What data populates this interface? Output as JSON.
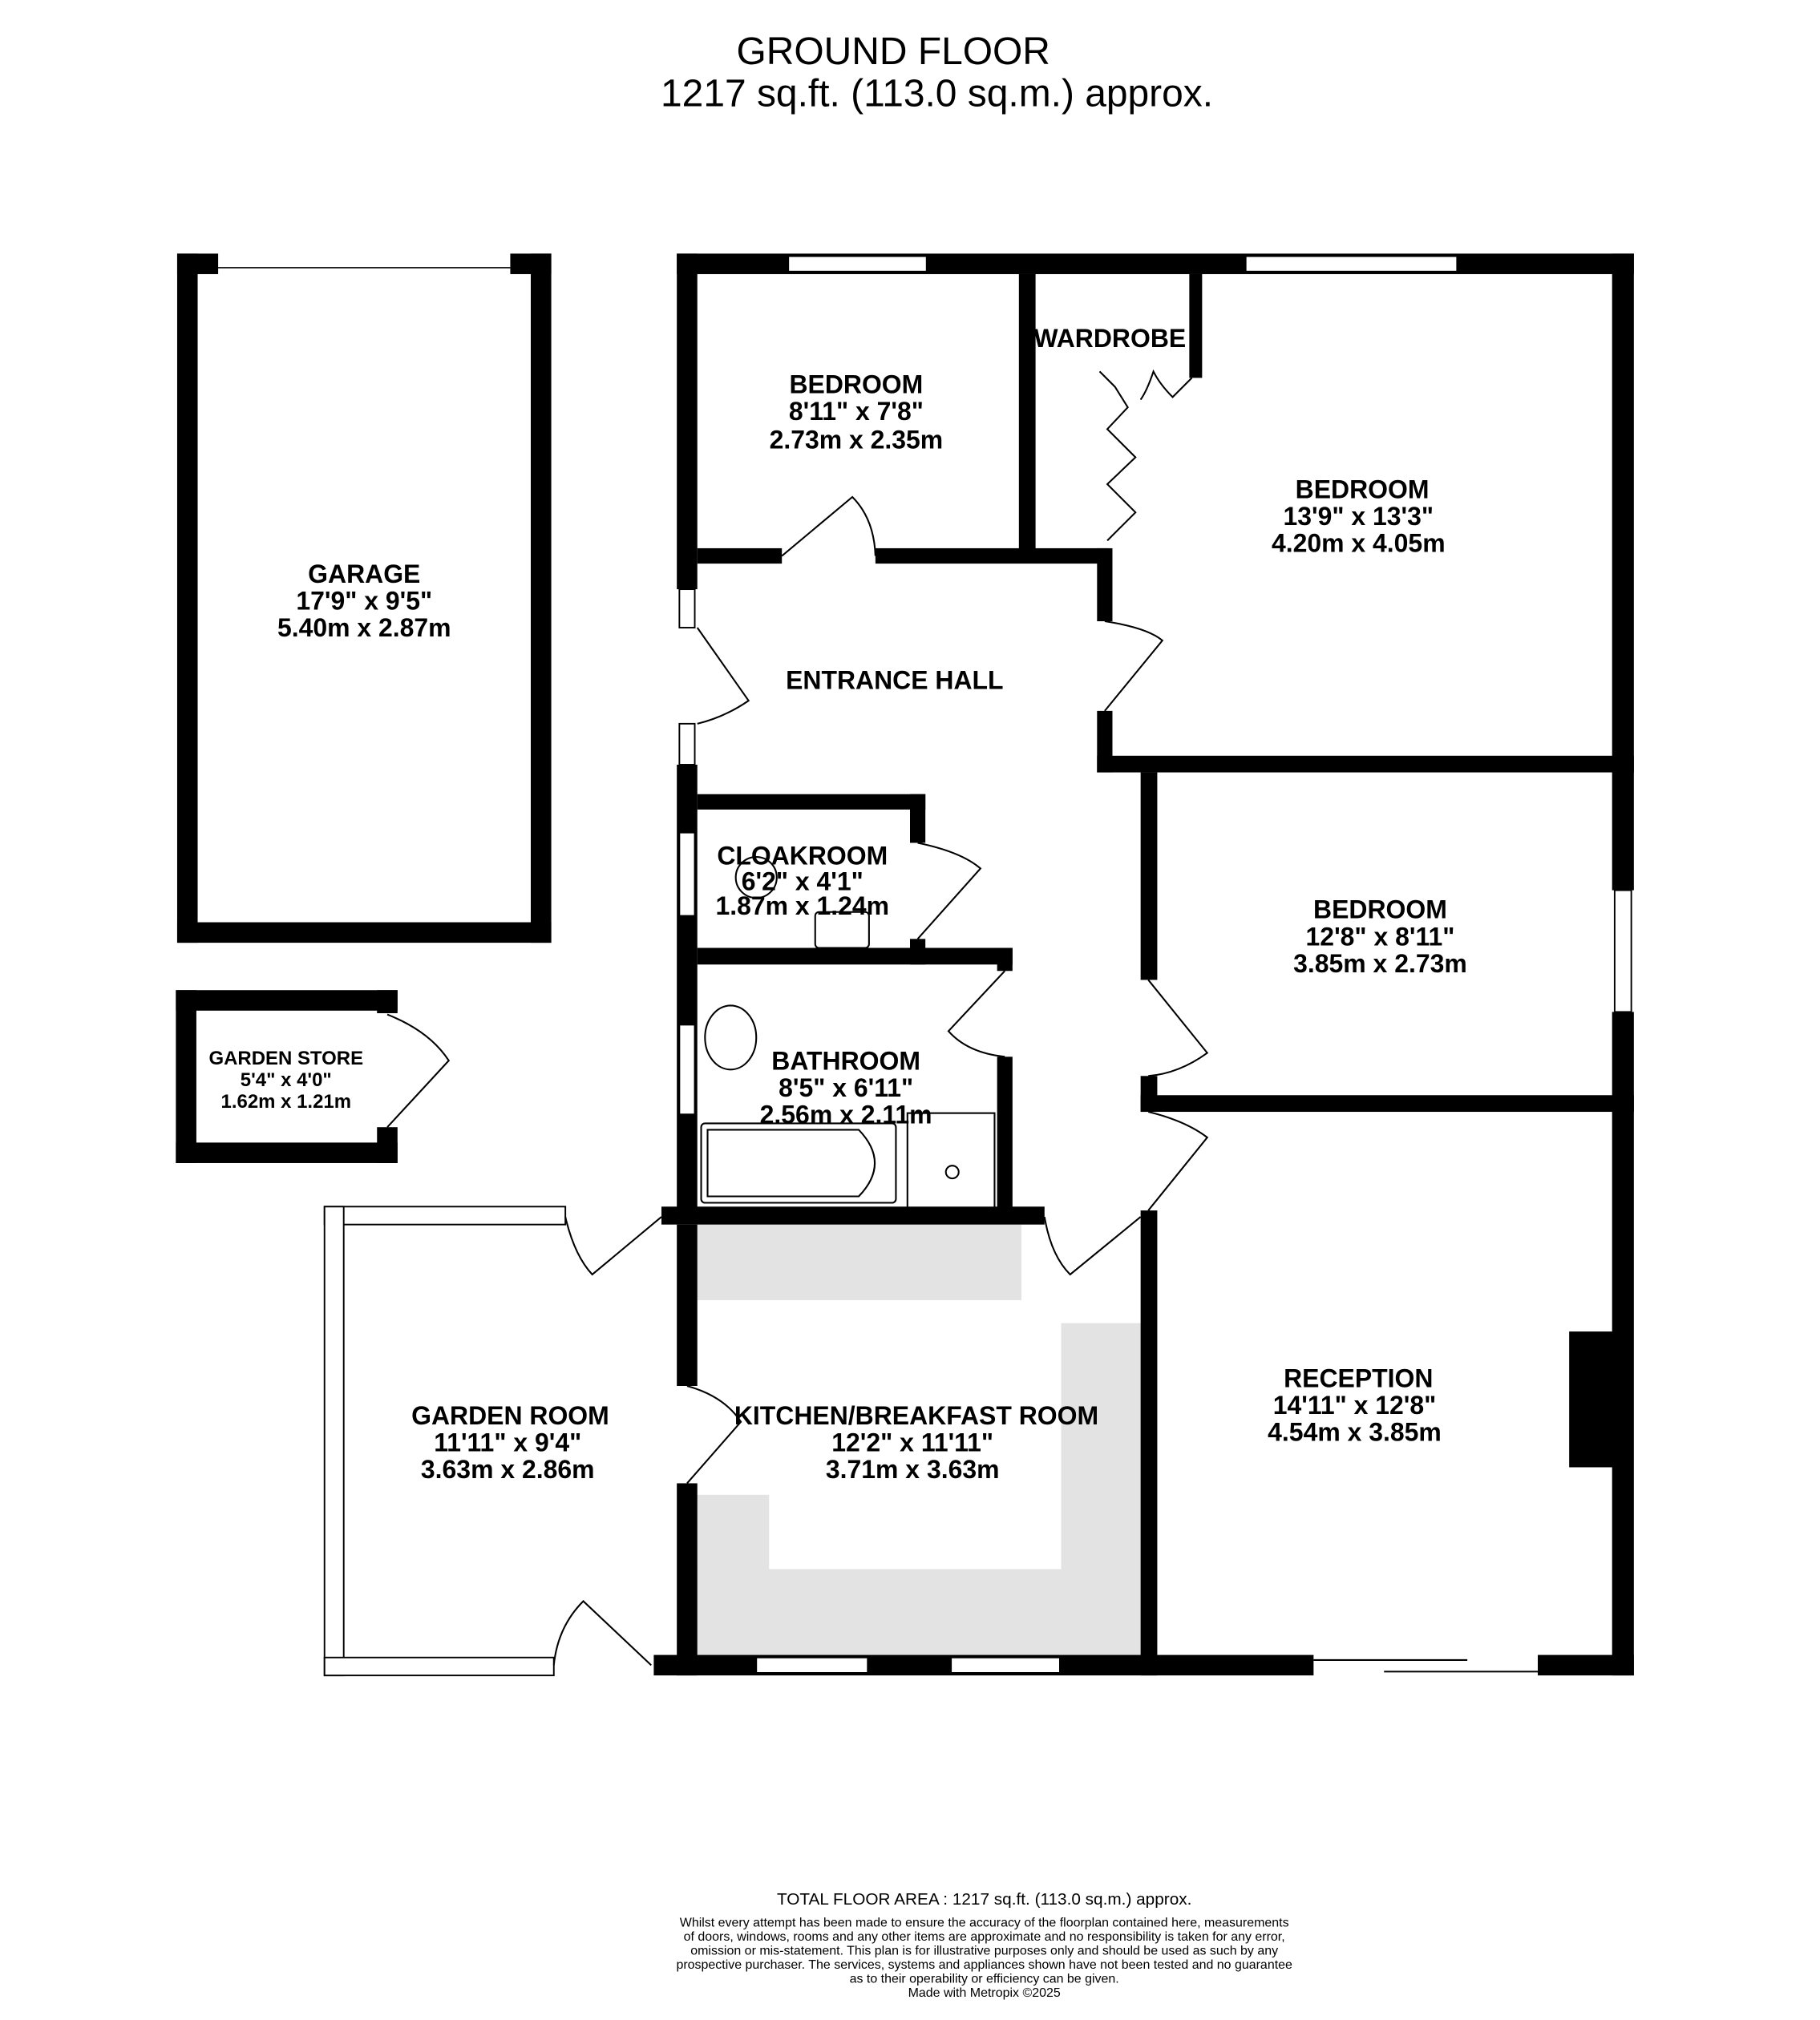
{
  "header": {
    "title": "GROUND FLOOR",
    "area": "1217 sq.ft. (113.0 sq.m.) approx."
  },
  "rooms": {
    "garage": {
      "name": "GARAGE",
      "imperial": "17'9\"  x 9'5\"",
      "metric": "5.40m  x 2.87m"
    },
    "garden_store": {
      "name": "GARDEN STORE",
      "imperial": "5'4\"  x 4'0\"",
      "metric": "1.62m  x 1.21m"
    },
    "bedroom1": {
      "name": "BEDROOM",
      "imperial": "8'11\"  x 7'8\"",
      "metric": "2.73m  x 2.35m"
    },
    "wardrobe": {
      "name": "WARDROBE"
    },
    "bedroom2": {
      "name": "BEDROOM",
      "imperial": "13'9\"  x 13'3\"",
      "metric": "4.20m  x 4.05m"
    },
    "entrance_hall": {
      "name": "ENTRANCE HALL"
    },
    "cloakroom": {
      "name": "CLOAKROOM",
      "imperial": "6'2\"  x 4'1\"",
      "metric": "1.87m  x 1.24m"
    },
    "bedroom3": {
      "name": "BEDROOM",
      "imperial": "12'8\"  x 8'11\"",
      "metric": "3.85m  x 2.73m"
    },
    "bathroom": {
      "name": "BATHROOM",
      "imperial": "8'5\"  x 6'11\"",
      "metric": "2.56m  x 2.11m"
    },
    "garden_room": {
      "name": "GARDEN ROOM",
      "imperial": "11'11\"  x 9'4\"",
      "metric": "3.63m  x 2.86m"
    },
    "kitchen": {
      "name": "KITCHEN/BREAKFAST ROOM",
      "imperial": "12'2\"  x 11'11\"",
      "metric": "3.71m  x 3.63m"
    },
    "reception": {
      "name": "RECEPTION",
      "imperial": "14'11\"  x 12'8\"",
      "metric": "4.54m  x 3.85m"
    }
  },
  "footer": {
    "total": "TOTAL FLOOR AREA : 1217 sq.ft. (113.0 sq.m.) approx.",
    "disclaimer": [
      "Whilst every attempt has been made to ensure the accuracy of the floorplan contained here, measurements",
      "of doors, windows, rooms and any other items are approximate and no responsibility is taken for any error,",
      "omission or mis-statement. This plan is for illustrative purposes only and should be used as such by any",
      "prospective purchaser. The services, systems and appliances shown have not been tested and no guarantee",
      "as to their operability or efficiency can be given."
    ],
    "credit": "Made with Metropix ©2025"
  },
  "colors": {
    "wall": "#000000",
    "fitted_units": "#e3e3e3"
  }
}
